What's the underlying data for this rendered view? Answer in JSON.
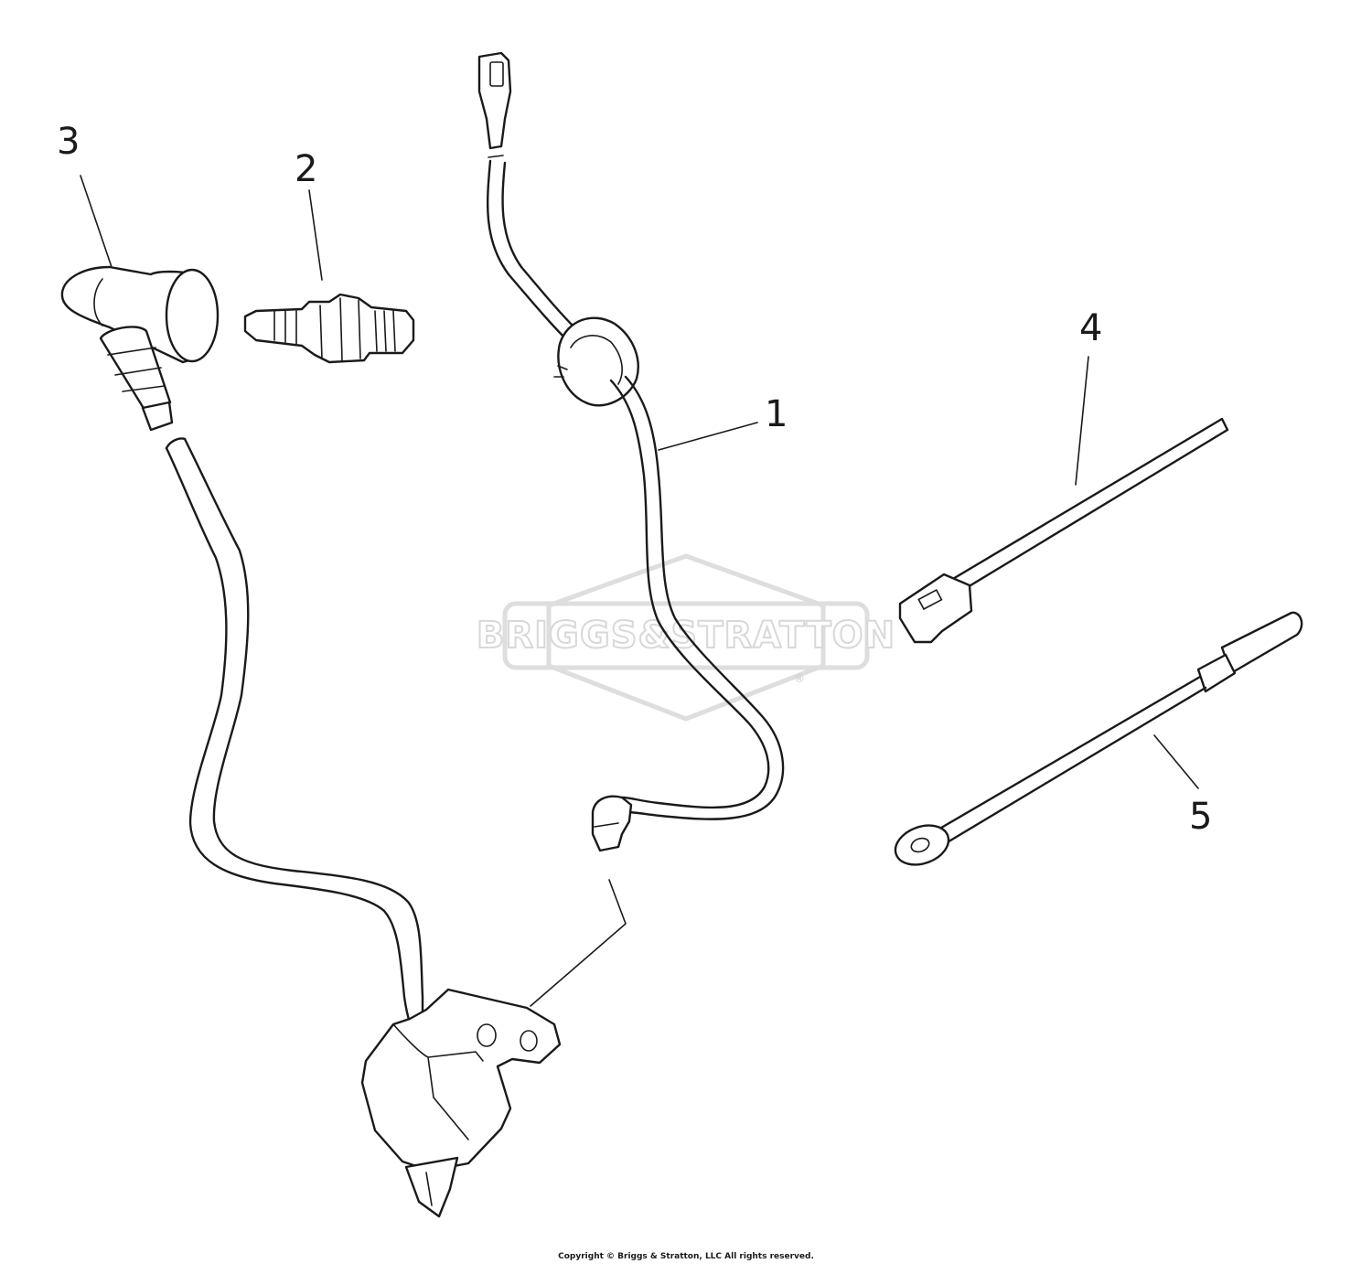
{
  "watermark": {
    "brand": "BRIGGS&STRATTON",
    "registered_mark": "®"
  },
  "callouts": [
    {
      "number": "1",
      "part": "ignition-ground-wire"
    },
    {
      "number": "2",
      "part": "spark-plug"
    },
    {
      "number": "3",
      "part": "spark-plug-boot"
    },
    {
      "number": "4",
      "part": "cable-tie"
    },
    {
      "number": "5",
      "part": "ground-wire"
    }
  ],
  "footer": {
    "copyright": "Copyright © Briggs & Stratton, LLC All rights reserved."
  }
}
